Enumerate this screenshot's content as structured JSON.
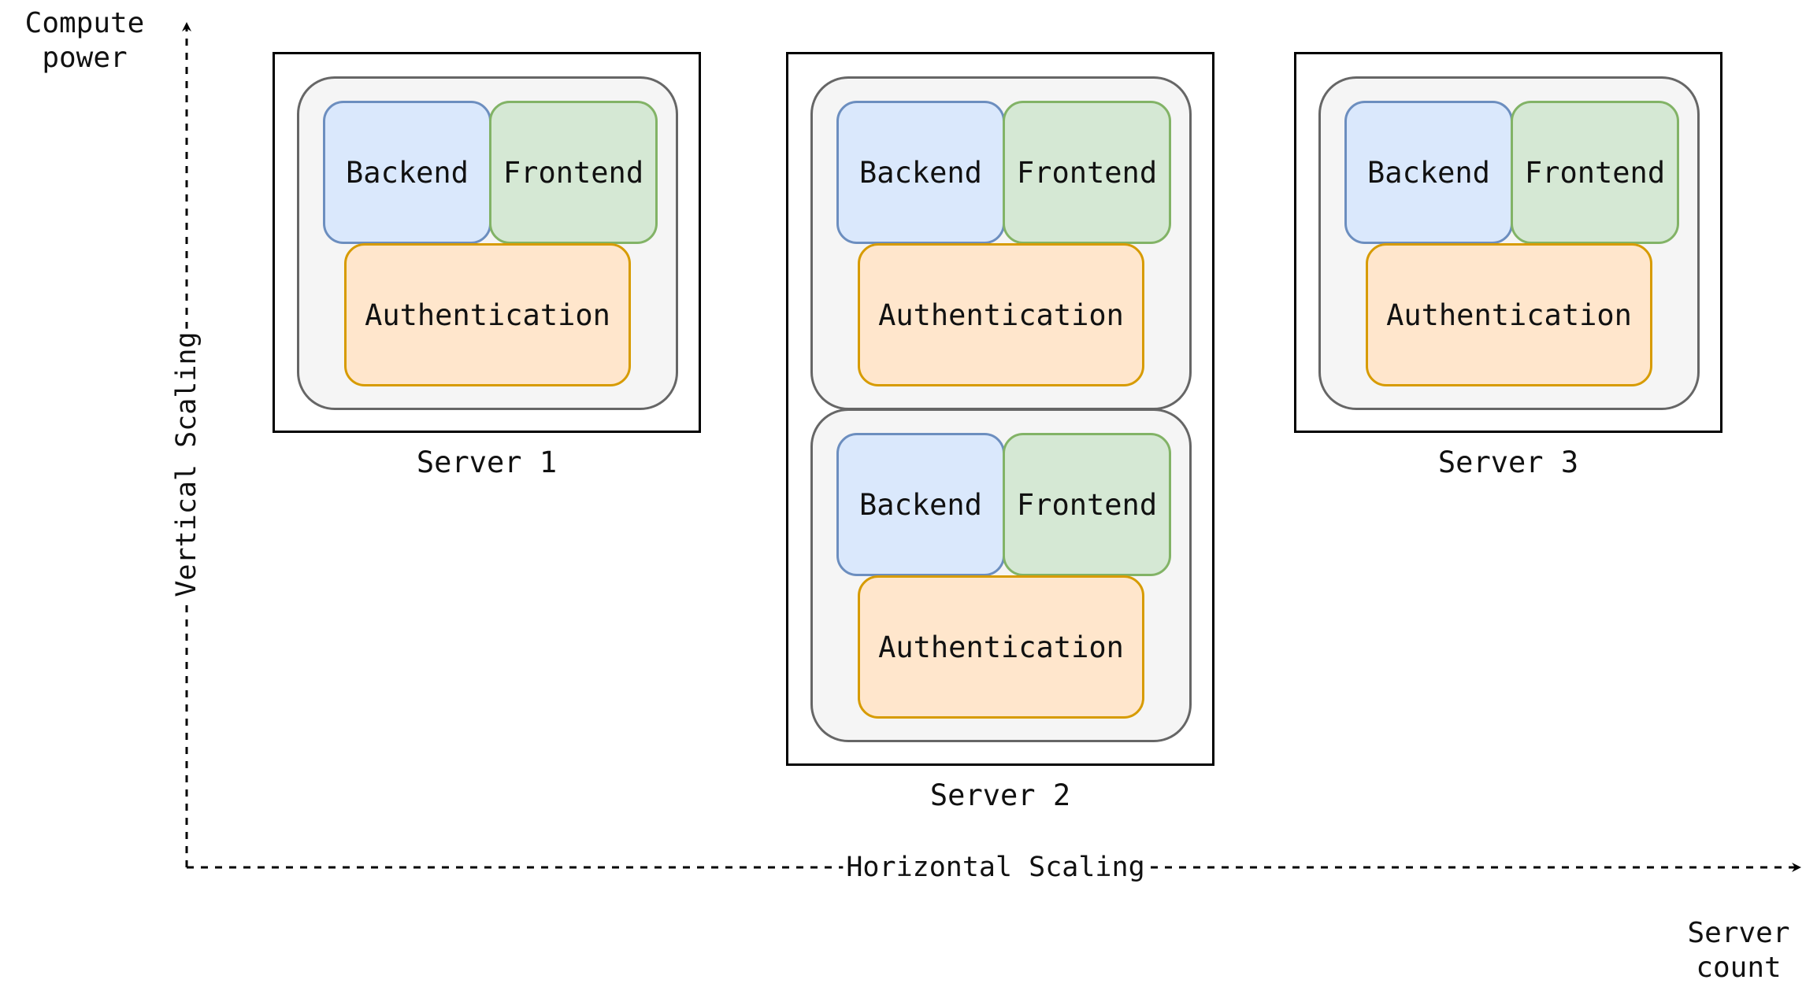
{
  "axes": {
    "y_title": "Compute\npower",
    "x_title": "Server\ncount",
    "vertical_label": "Vertical Scaling",
    "horizontal_label": "Horizontal Scaling"
  },
  "servers": [
    {
      "label": "Server 1",
      "nodes": [
        {
          "backend": "Backend",
          "frontend": "Frontend",
          "auth": "Authentication"
        }
      ]
    },
    {
      "label": "Server 2",
      "nodes": [
        {
          "backend": "Backend",
          "frontend": "Frontend",
          "auth": "Authentication"
        },
        {
          "backend": "Backend",
          "frontend": "Frontend",
          "auth": "Authentication"
        }
      ]
    },
    {
      "label": "Server 3",
      "nodes": [
        {
          "backend": "Backend",
          "frontend": "Frontend",
          "auth": "Authentication"
        }
      ]
    }
  ],
  "colors": {
    "backend_fill": "#dae8fc",
    "backend_stroke": "#6c8ebf",
    "frontend_fill": "#d5e8d4",
    "frontend_stroke": "#82b366",
    "auth_fill": "#ffe6cc",
    "auth_stroke": "#d79b00",
    "node_fill": "#f5f5f5",
    "node_stroke": "#666666"
  }
}
